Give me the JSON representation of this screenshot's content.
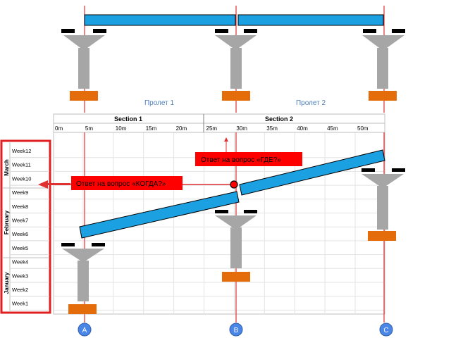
{
  "span_labels": [
    "Пролет 1",
    "Пролет 2"
  ],
  "sections": [
    "Section 1",
    "Section 2"
  ],
  "distance_ticks": [
    "0m",
    "5m",
    "10m",
    "15m",
    "20m",
    "25m",
    "30m",
    "35m",
    "40m",
    "45m",
    "50m"
  ],
  "weeks": [
    "Week12",
    "Week11",
    "Week10",
    "Week9",
    "Week8",
    "Week7",
    "Week6",
    "Week5",
    "Week4",
    "Week3",
    "Week2",
    "Week1"
  ],
  "months": [
    "March",
    "February",
    "January"
  ],
  "callout_where": "Ответ на вопрос «ГДЕ?»",
  "callout_when": "Ответ на вопрос «КОГДА?»",
  "axis_markers": [
    "A",
    "B",
    "C"
  ],
  "colors": {
    "beam": "#1ba1e2",
    "beam_stroke": "#000000",
    "pier": "#a6a6a6",
    "footing": "#e46c0a",
    "bearing": "#000000",
    "axis_line": "#e03030",
    "callout": "#ff0000",
    "callout_border": "#c00000",
    "marker_fill": "#4a86e8",
    "frame": "#e02020",
    "grid": "#d9d9d9",
    "span_text": "#4f81bd"
  }
}
